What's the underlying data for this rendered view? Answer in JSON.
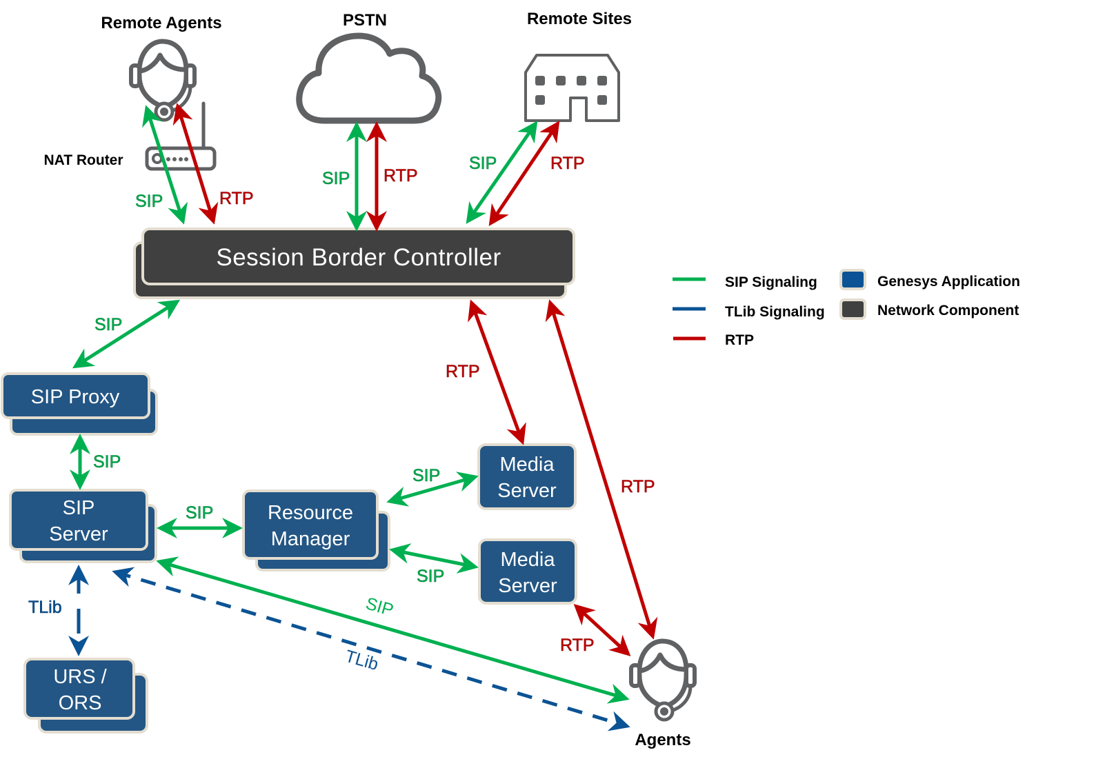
{
  "colors": {
    "sip": "#00b050",
    "tlib": "#0b5394",
    "rtp": "#c00000",
    "genesys_app": "#235684",
    "network_component": "#404040",
    "box_border": "#e3ddd0",
    "icon_gray": "#5f6163"
  },
  "endpoints": {
    "remote_agents": {
      "label": "Remote Agents",
      "icon": "headset-agent-icon"
    },
    "pstn": {
      "label": "PSTN",
      "icon": "cloud-icon"
    },
    "remote_sites": {
      "label": "Remote Sites",
      "icon": "building-icon"
    },
    "nat_router": {
      "label": "NAT Router",
      "icon": "router-icon"
    },
    "agents": {
      "label": "Agents",
      "icon": "headset-agent-icon"
    }
  },
  "nodes": {
    "sbc": {
      "label": "Session Border Controller",
      "type": "network_component"
    },
    "sip_proxy": {
      "label": "SIP Proxy",
      "type": "genesys_app"
    },
    "sip_server": {
      "lines": [
        "SIP",
        "Server"
      ],
      "type": "genesys_app"
    },
    "resource_manager": {
      "lines": [
        "Resource",
        "Manager"
      ],
      "type": "genesys_app"
    },
    "media_server_1": {
      "lines": [
        "Media",
        "Server"
      ],
      "type": "genesys_app"
    },
    "media_server_2": {
      "lines": [
        "Media",
        "Server"
      ],
      "type": "genesys_app"
    },
    "urs_ors": {
      "lines": [
        "URS /",
        "ORS"
      ],
      "type": "genesys_app"
    }
  },
  "edges": [
    {
      "from": "remote_agents",
      "to": "sbc",
      "protocol": "SIP",
      "label": "SIP"
    },
    {
      "from": "remote_agents",
      "to": "sbc",
      "protocol": "RTP",
      "label": "RTP"
    },
    {
      "from": "pstn",
      "to": "sbc",
      "protocol": "SIP",
      "label": "SIP"
    },
    {
      "from": "pstn",
      "to": "sbc",
      "protocol": "RTP",
      "label": "RTP"
    },
    {
      "from": "remote_sites",
      "to": "sbc",
      "protocol": "SIP",
      "label": "SIP"
    },
    {
      "from": "remote_sites",
      "to": "sbc",
      "protocol": "RTP",
      "label": "RTP"
    },
    {
      "from": "sbc",
      "to": "sip_proxy",
      "protocol": "SIP",
      "label": "SIP"
    },
    {
      "from": "sip_proxy",
      "to": "sip_server",
      "protocol": "SIP",
      "label": "SIP"
    },
    {
      "from": "sip_server",
      "to": "resource_manager",
      "protocol": "SIP",
      "label": "SIP"
    },
    {
      "from": "resource_manager",
      "to": "media_server_1",
      "protocol": "SIP",
      "label": "SIP"
    },
    {
      "from": "resource_manager",
      "to": "media_server_2",
      "protocol": "SIP",
      "label": "SIP"
    },
    {
      "from": "sbc",
      "to": "media_server_1",
      "protocol": "RTP",
      "label": "RTP"
    },
    {
      "from": "sbc",
      "to": "agents",
      "protocol": "RTP",
      "label": "RTP"
    },
    {
      "from": "media_server_2",
      "to": "agents",
      "protocol": "RTP",
      "label": "RTP"
    },
    {
      "from": "sip_server",
      "to": "agents",
      "protocol": "SIP",
      "label": "SIP"
    },
    {
      "from": "sip_server",
      "to": "agents",
      "protocol": "TLib",
      "label": "TLib"
    },
    {
      "from": "sip_server",
      "to": "urs_ors",
      "protocol": "TLib",
      "label": "TLib"
    }
  ],
  "legend": {
    "lines": [
      {
        "label": "SIP Signaling",
        "color": "#00b050"
      },
      {
        "label": "TLib Signaling",
        "color": "#0b5394"
      },
      {
        "label": "RTP",
        "color": "#c00000"
      }
    ],
    "boxes": [
      {
        "label": "Genesys Application",
        "color": "#0b5394"
      },
      {
        "label": "Network Component",
        "color": "#404040"
      }
    ]
  }
}
